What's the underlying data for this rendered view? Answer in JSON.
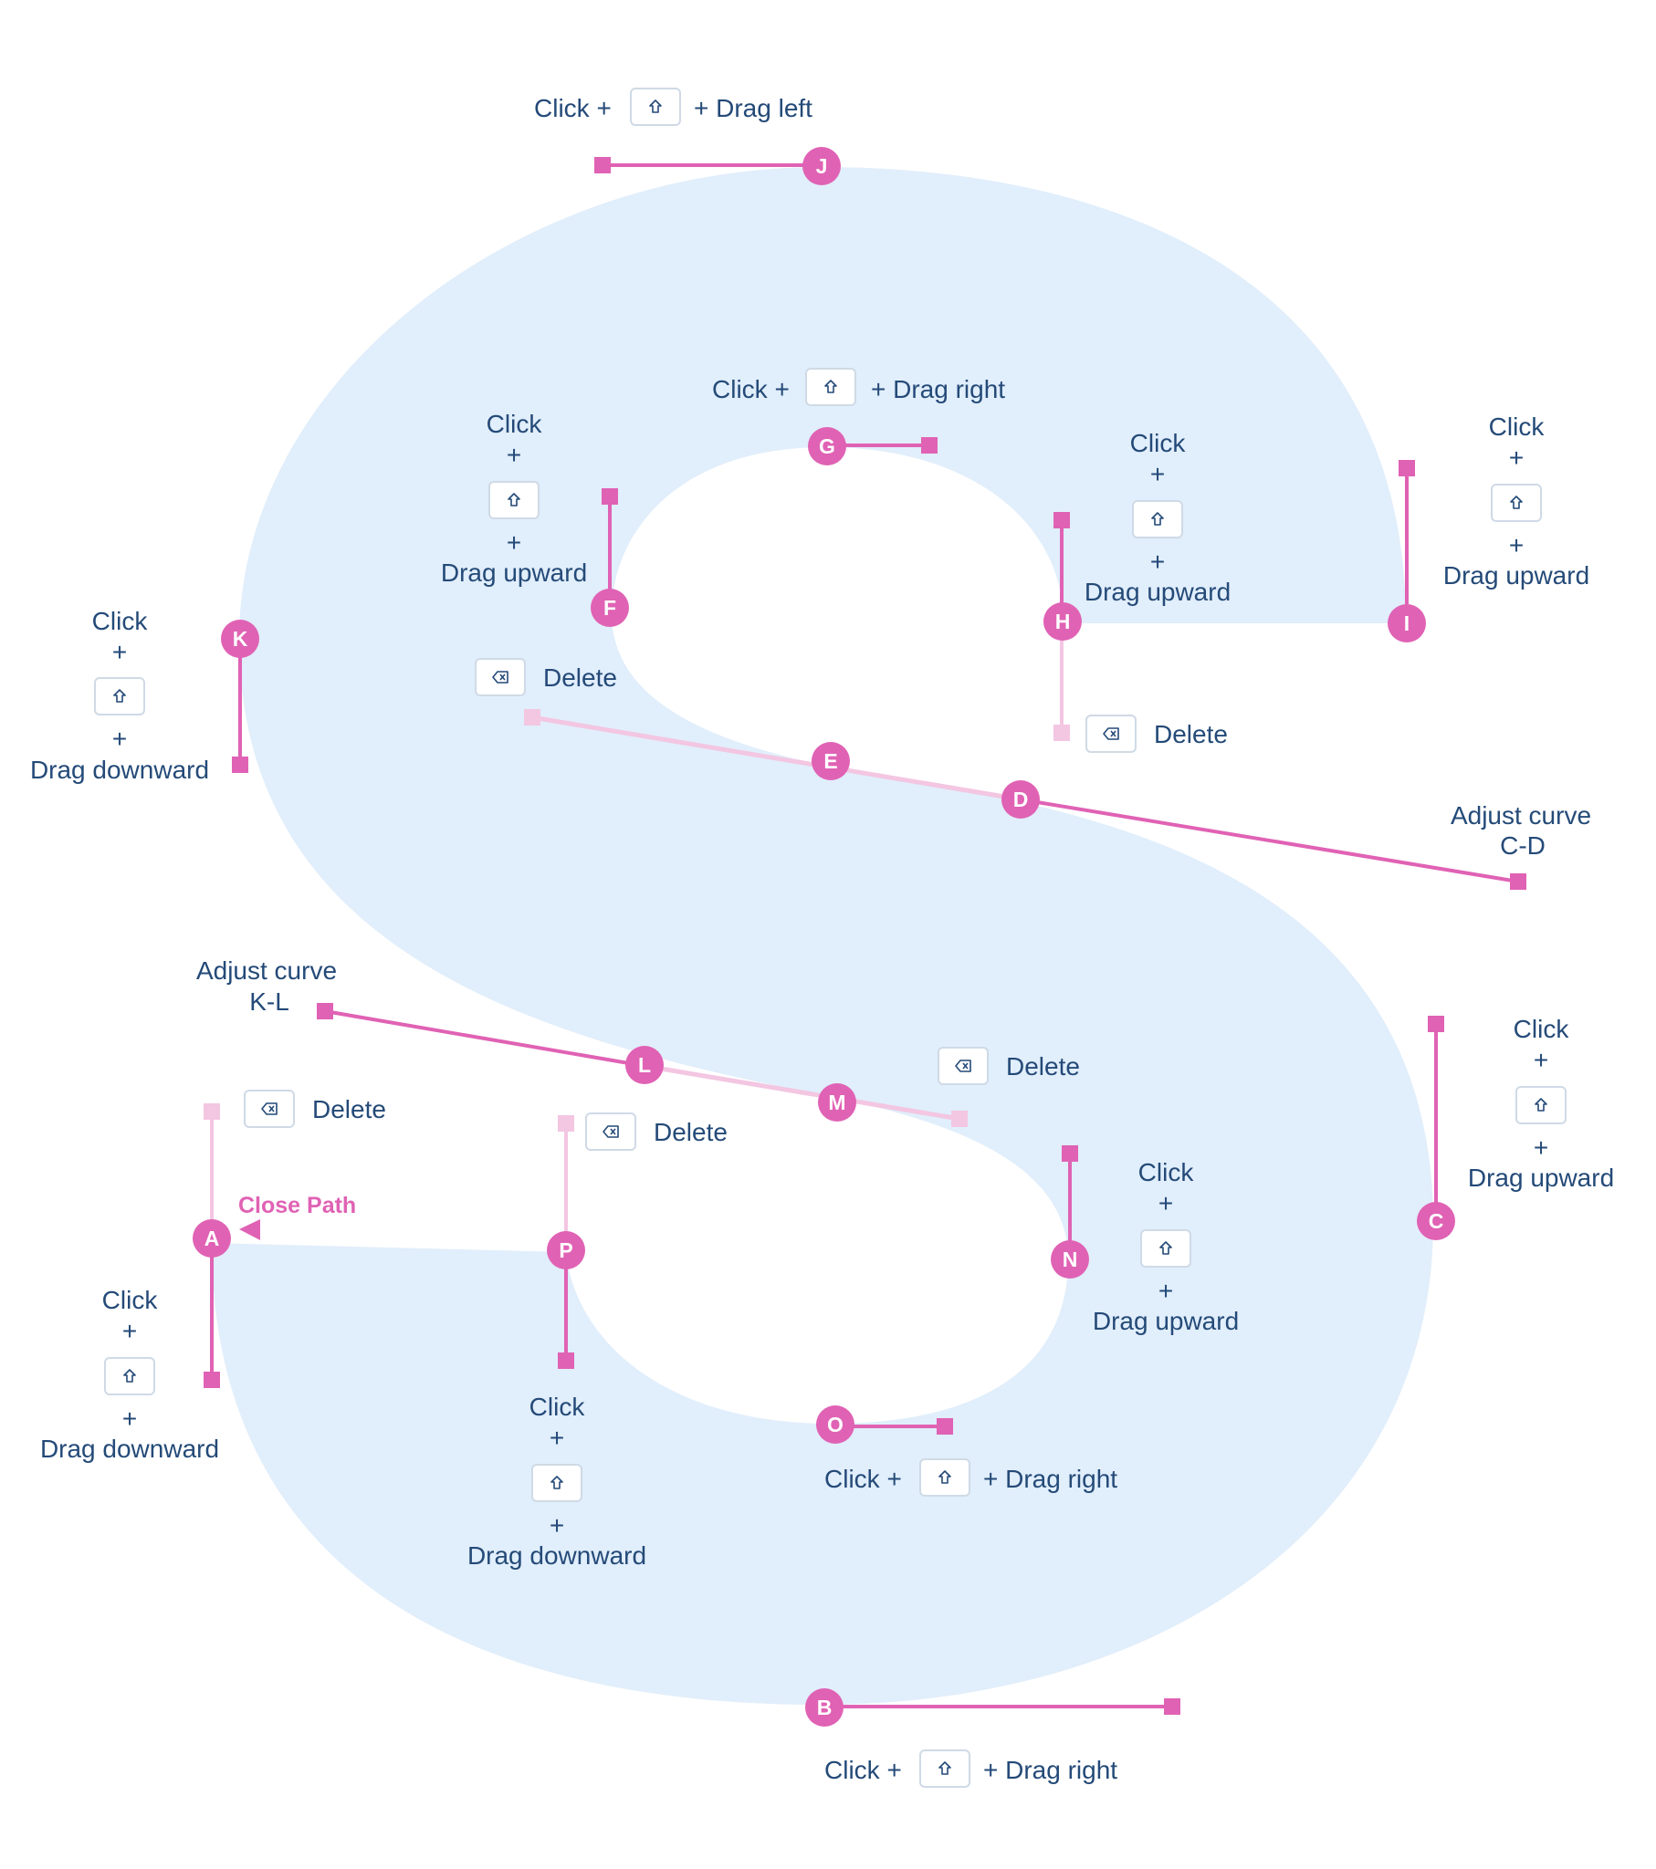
{
  "colors": {
    "accent": "#e062b4",
    "accent_faded": "#f3c6e2",
    "shape_fill": "#e1eefb",
    "text": "#244a78",
    "key_border": "#cfdae6"
  },
  "icons": {
    "shift_key": "shift-key-icon",
    "delete_key": "backspace-key-icon"
  },
  "labels": {
    "click": "Click",
    "plus": "+",
    "click_plus": "Click +",
    "drag_left": "+ Drag left",
    "drag_right": "+ Drag right",
    "drag_upward": "Drag upward",
    "drag_downward": "Drag downward",
    "delete": "Delete",
    "adjust_curve": "Adjust curve",
    "cd": "C-D",
    "kl": "K-L",
    "close_path": "Close Path"
  },
  "nodes": {
    "A": "A",
    "B": "B",
    "C": "C",
    "D": "D",
    "E": "E",
    "F": "F",
    "G": "G",
    "H": "H",
    "I": "I",
    "J": "J",
    "K": "K",
    "L": "L",
    "M": "M",
    "N": "N",
    "O": "O",
    "P": "P"
  }
}
